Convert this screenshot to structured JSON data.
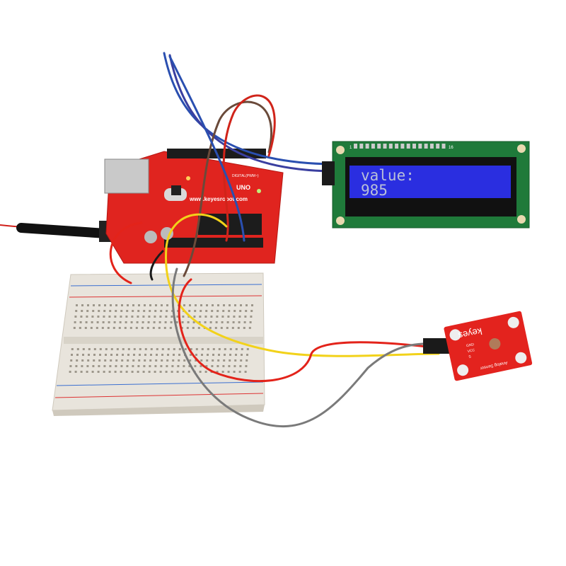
{
  "lcd": {
    "line1": "value:",
    "line2": "985",
    "pin_first": "1",
    "pin_last": "16",
    "screen_color": "#2a2ee0",
    "pcb_color": "#1f7a3a"
  },
  "arduino": {
    "model": "UNO",
    "url": "www.keyesrobot.com",
    "header_label": "DIGITAL(PWM~)",
    "board_color": "#e0241f"
  },
  "sensor": {
    "brand": "keyes",
    "name": "Analog Sensor",
    "pins": [
      "GND",
      "VCC",
      "S"
    ],
    "board_color": "#e3231e"
  },
  "wires": {
    "colors": [
      "#e3231a",
      "#f2d21a",
      "#7a7a7a",
      "#1a1a1a",
      "#2a4fb0",
      "#6a4a3a"
    ]
  }
}
